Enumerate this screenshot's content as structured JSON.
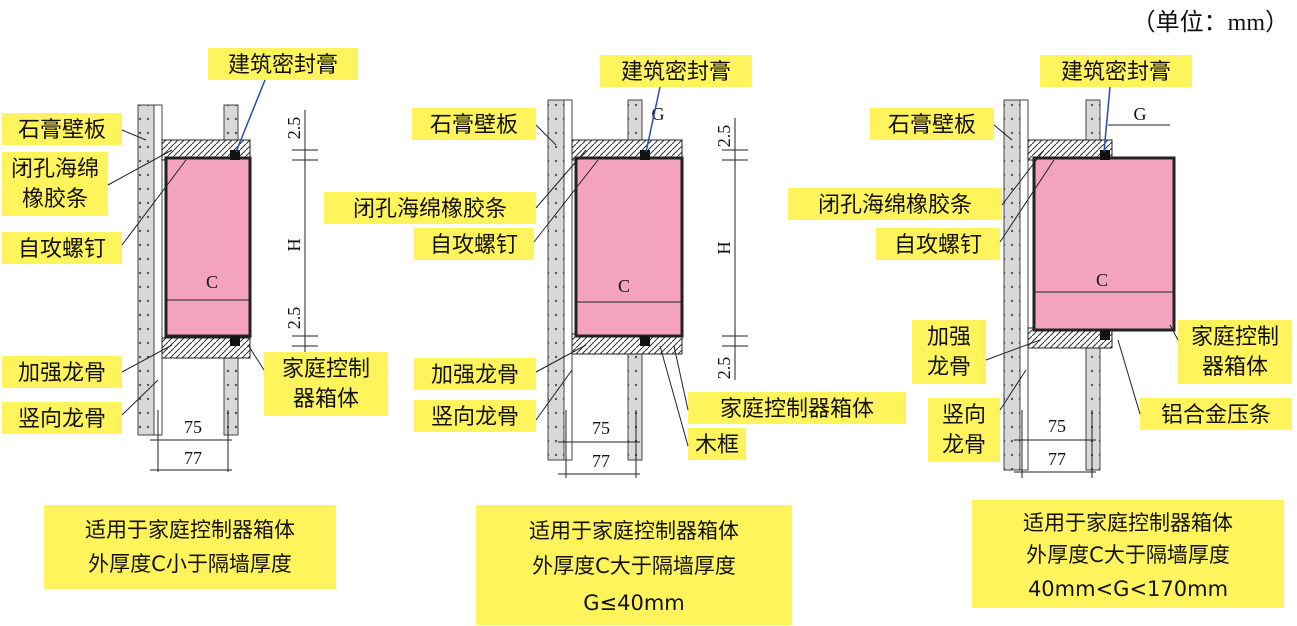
{
  "unit": "（单位：mm）",
  "labels": {
    "sealant": "建筑密封膏",
    "gypsum": "石膏壁板",
    "foam_two_line": [
      "闭孔海绵",
      "橡胶条"
    ],
    "foam_one_line": "闭孔海绵橡胶条",
    "screw": "自攻螺钉",
    "reinforce": "加强龙骨",
    "reinforce_two_line": [
      "加强",
      "龙骨"
    ],
    "vertical": "竖向龙骨",
    "vertical_two_line": [
      "竖向",
      "龙骨"
    ],
    "box_two_line": [
      "家庭控制",
      "器箱体"
    ],
    "box_one_line": "家庭控制器箱体",
    "wood_frame": "木框",
    "aluminum": "铝合金压条"
  },
  "dims": {
    "d25": "2.5",
    "h": "H",
    "c": "C",
    "g": "G",
    "w75": "75",
    "w77": "77"
  },
  "captions": [
    [
      "适用于家庭控制器箱体",
      "外厚度C小于隔墙厚度"
    ],
    [
      "适用于家庭控制器箱体",
      "外厚度C大于隔墙厚度",
      "G≤40mm"
    ],
    [
      "适用于家庭控制器箱体",
      "外厚度C大于隔墙厚度",
      "40mm<G<170mm"
    ]
  ],
  "colors": {
    "label_bg": "#fff45c",
    "box_fill": "#f3a3c0",
    "sealant": "#111111",
    "line": "#222222"
  }
}
